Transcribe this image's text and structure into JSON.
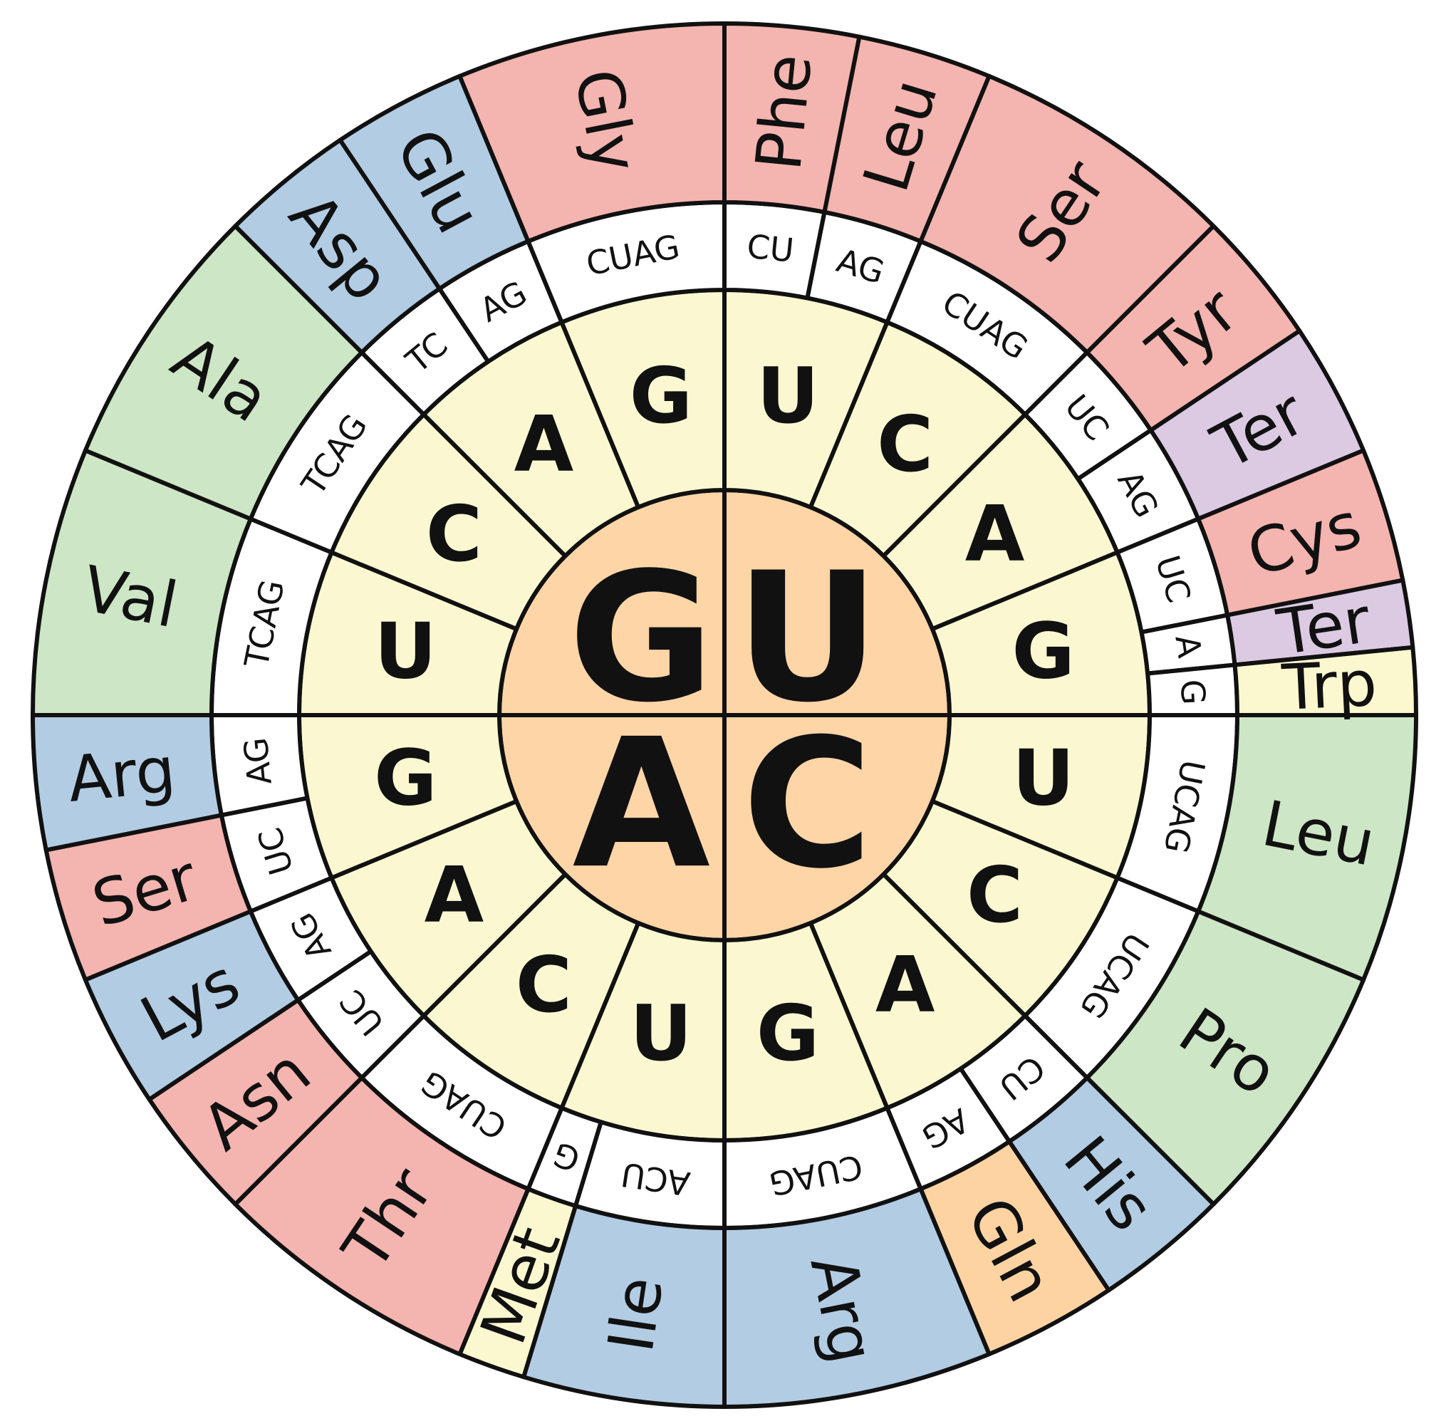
{
  "colors": {
    "center": "#fdd5a6",
    "second_ring": "#fbf8d1",
    "third_ring": "#ffffff",
    "red": "#f4b4af",
    "blue": "#b2cce3",
    "green": "#cde6c5",
    "purple": "#dccae3",
    "yellow": "#fbf8cf",
    "orange": "#fdd3a2"
  },
  "quadrants": [
    {
      "base": "U",
      "second": [
        {
          "base": "U",
          "third": [
            {
              "bases": "CU",
              "aa": "Phe",
              "color": "red"
            },
            {
              "bases": "AG",
              "aa": "Leu",
              "color": "red"
            }
          ]
        },
        {
          "base": "C",
          "third": [
            {
              "bases": "CUAG",
              "aa": "Ser",
              "color": "red"
            }
          ]
        },
        {
          "base": "A",
          "third": [
            {
              "bases": "UC",
              "aa": "Tyr",
              "color": "red"
            },
            {
              "bases": "AG",
              "aa": "Ter",
              "color": "purple"
            }
          ]
        },
        {
          "base": "G",
          "third": [
            {
              "bases": "UC",
              "aa": "Cys",
              "color": "red"
            },
            {
              "bases": "A",
              "aa": "Ter",
              "color": "purple"
            },
            {
              "bases": "G",
              "aa": "Trp",
              "color": "yellow"
            }
          ]
        }
      ]
    },
    {
      "base": "C",
      "second": [
        {
          "base": "U",
          "third": [
            {
              "bases": "UCAG",
              "aa": "Leu",
              "color": "green"
            }
          ]
        },
        {
          "base": "C",
          "third": [
            {
              "bases": "UCAG",
              "aa": "Pro",
              "color": "green"
            }
          ]
        },
        {
          "base": "A",
          "third": [
            {
              "bases": "CU",
              "aa": "His",
              "color": "blue"
            },
            {
              "bases": "AG",
              "aa": "Gln",
              "color": "orange"
            }
          ]
        },
        {
          "base": "G",
          "third": [
            {
              "bases": "CUAG",
              "aa": "Arg",
              "color": "blue"
            }
          ]
        }
      ]
    },
    {
      "base": "A",
      "second": [
        {
          "base": "U",
          "third": [
            {
              "bases": "ACU",
              "aa": "Ile",
              "color": "blue"
            },
            {
              "bases": "G",
              "aa": "Met",
              "color": "yellow"
            }
          ]
        },
        {
          "base": "C",
          "third": [
            {
              "bases": "CUAG",
              "aa": "Thr",
              "color": "red"
            }
          ]
        },
        {
          "base": "A",
          "third": [
            {
              "bases": "UC",
              "aa": "Asn",
              "color": "red"
            },
            {
              "bases": "AG",
              "aa": "Lys",
              "color": "blue"
            }
          ]
        },
        {
          "base": "G",
          "third": [
            {
              "bases": "UC",
              "aa": "Ser",
              "color": "red"
            },
            {
              "bases": "AG",
              "aa": "Arg",
              "color": "blue"
            }
          ]
        }
      ]
    },
    {
      "base": "G",
      "second": [
        {
          "base": "U",
          "third": [
            {
              "bases": "TCAG",
              "aa": "Val",
              "color": "green"
            }
          ]
        },
        {
          "base": "C",
          "third": [
            {
              "bases": "TCAG",
              "aa": "Ala",
              "color": "green"
            }
          ]
        },
        {
          "base": "A",
          "third": [
            {
              "bases": "TC",
              "aa": "Asp",
              "color": "blue"
            },
            {
              "bases": "AG",
              "aa": "Glu",
              "color": "blue"
            }
          ]
        },
        {
          "base": "G",
          "third": [
            {
              "bases": "CUAG",
              "aa": "Gly",
              "color": "red"
            }
          ]
        }
      ]
    }
  ]
}
